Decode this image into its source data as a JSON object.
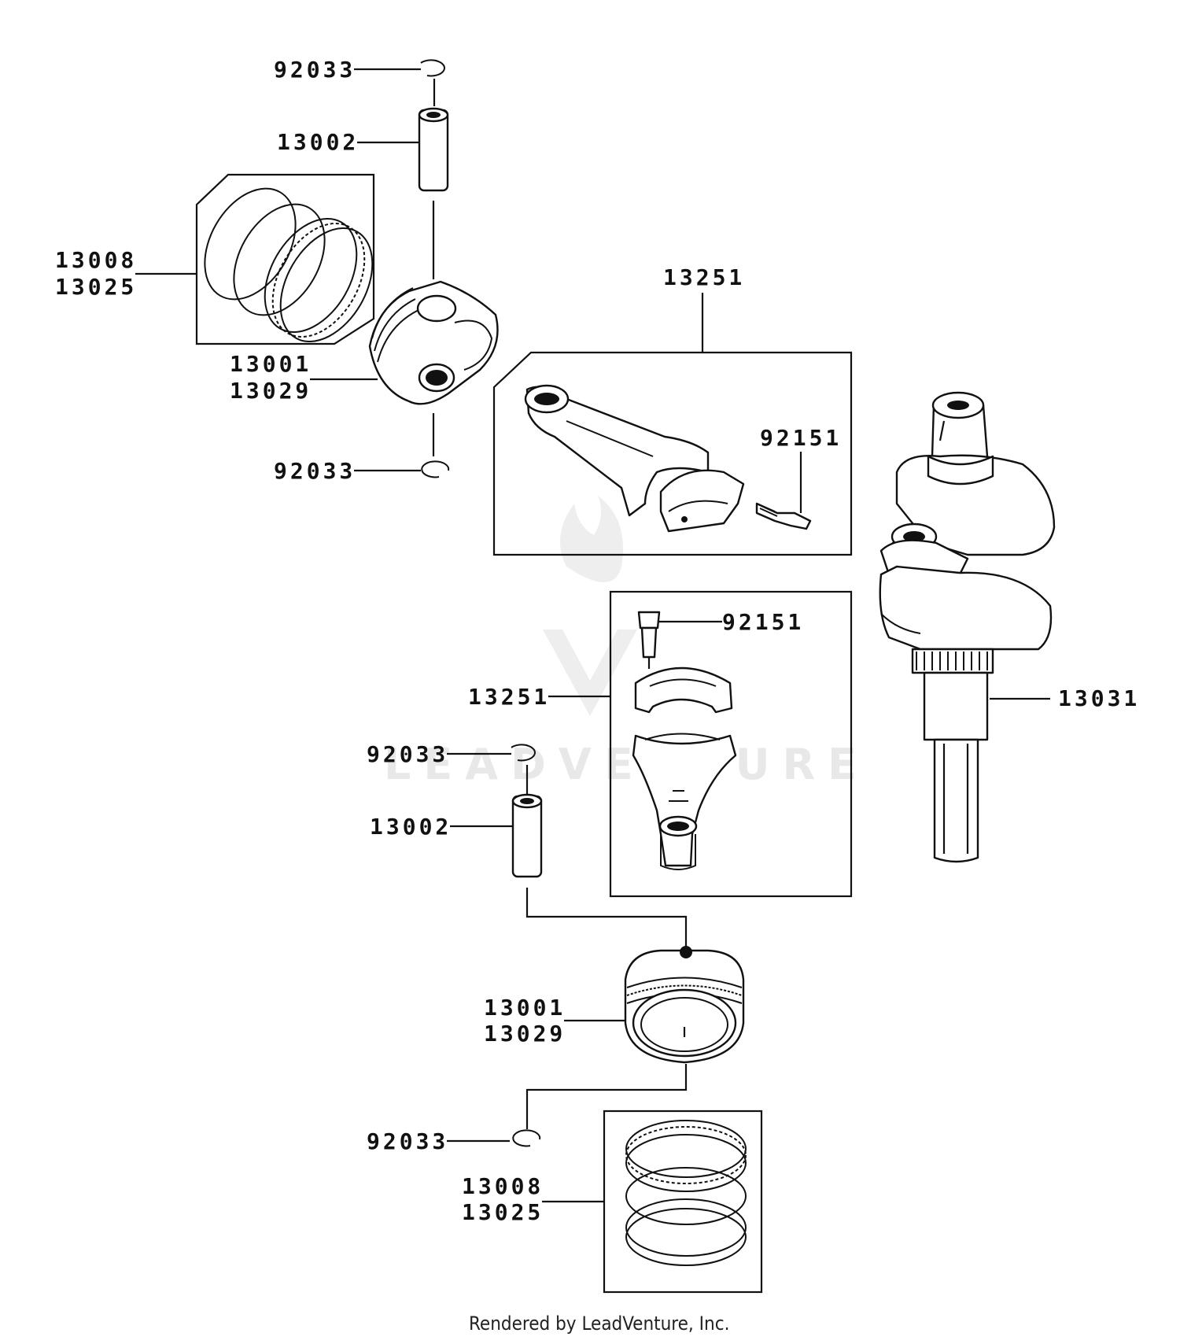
{
  "diagram": {
    "callouts": {
      "circlip_top_1": "92033",
      "pin_top": "13002",
      "rings_top_a": "13008",
      "rings_top_b": "13025",
      "piston_top_a": "13001",
      "piston_top_b": "13029",
      "circlip_top_2": "92033",
      "rod_top": "13251",
      "bolt_top": "92151",
      "bolt_mid": "92151",
      "rod_mid": "13251",
      "crankshaft": "13031",
      "circlip_low_1": "92033",
      "pin_low": "13002",
      "piston_low_a": "13001",
      "piston_low_b": "13029",
      "circlip_low_2": "92033",
      "rings_low_a": "13008",
      "rings_low_b": "13025"
    },
    "watermark": "LEADVENTURE",
    "footer": "Rendered by LeadVenture, Inc."
  }
}
